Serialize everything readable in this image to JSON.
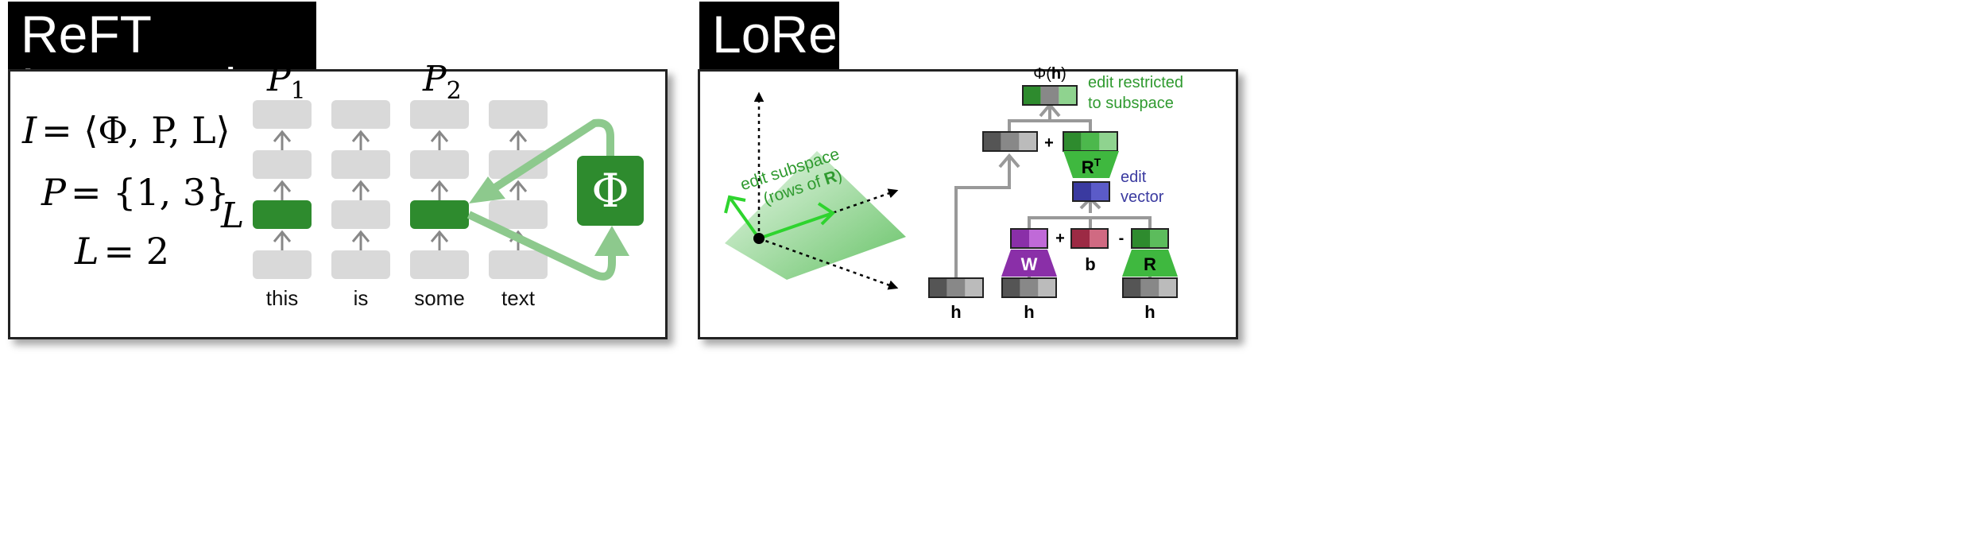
{
  "panels": {
    "left_title": "ReFT Intervention",
    "right_title": "LoReFT"
  },
  "left": {
    "eq_I_lhs": "I",
    "eq_I_rhs": "= ⟨Φ, P, L⟩",
    "eq_P_lhs": "P",
    "eq_P_rhs": "= {1, 3}",
    "eq_L_lhs": "L",
    "eq_L_rhs": "= 2",
    "p1_letter": "P",
    "p1_sub": "1",
    "p2_letter": "P",
    "p2_sub": "2",
    "layer_label": "L",
    "phi_symbol": "Φ",
    "tokens": [
      "this",
      "is",
      "some",
      "text"
    ]
  },
  "right": {
    "subspace_label_line1": "edit subspace",
    "subspace_label_line2_pre": "(rows of ",
    "subspace_label_line2_bold": "R",
    "subspace_label_line2_post": ")",
    "phi_h_pre": "Φ(",
    "phi_h_bold": "h",
    "phi_h_post": ")",
    "restricted_line1": "edit restricted",
    "restricted_line2": "to subspace",
    "edit_vector_line1": "edit",
    "edit_vector_line2": "vector",
    "plus_top": "+",
    "plus_mid": "+",
    "minus_mid": "-",
    "rt_label": "R",
    "rt_sup": "T",
    "w_label": "W",
    "b_label": "b",
    "r_label": "R",
    "h_label_1": "h",
    "h_label_2": "h",
    "h_label_3": "h"
  },
  "colors": {
    "green_dark": "#2e8b2e",
    "green_mid": "#3fb83f",
    "green_light": "#8dc98d",
    "gray_cell": "#d9d9d9",
    "purple": "#7b2f9e",
    "blue": "#3a3aa0",
    "red": "#9c2a44",
    "text_green": "#2f9a2f",
    "text_blue": "#3a3aa0"
  }
}
